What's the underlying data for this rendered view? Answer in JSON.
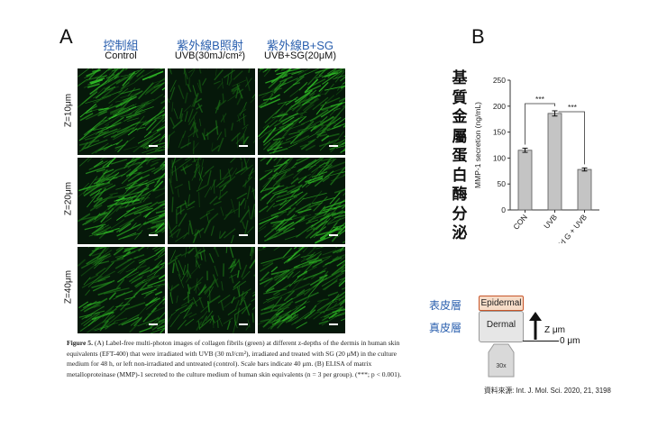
{
  "panel_a": {
    "letter": "A",
    "columns": [
      {
        "zh": "控制組",
        "en": "Control"
      },
      {
        "zh": "紫外線B照射",
        "en": "UVB(30mJ/cm²)"
      },
      {
        "zh": "紫外線B+SG",
        "en": "UVB+SG(20μM)"
      }
    ],
    "rows": [
      "Z=10μm",
      "Z=20μm",
      "Z=40μm"
    ],
    "intensity": [
      [
        0.9,
        0.35,
        0.9
      ],
      [
        0.85,
        0.4,
        0.85
      ],
      [
        0.75,
        0.55,
        0.8
      ]
    ]
  },
  "caption": {
    "label": "Figure 5.",
    "text": "(A) Label-free multi-photon images of collagen fibrils (green) at different z-depths of the dermis in human skin equivalents (EFT-400) that were irradiated with UVB (30 mJ/cm²), irradiated and treated with SG (20 μM) in the culture medium for 48 h, or left non-irradiated and untreated (control). Scale bars indicate 40 μm. (B) ELISA of matrix metalloproteinase (MMP)-1 secreted to the culture medium of human skin equivalents (n = 3 per group). (***; p < 0.001)."
  },
  "panel_b": {
    "letter": "B",
    "vertical_title": [
      "基",
      "質",
      "金",
      "屬",
      "蛋",
      "白",
      "酶",
      "分",
      "泌"
    ]
  },
  "chart_data": {
    "type": "bar",
    "categories": [
      "CON",
      "UVB",
      "Selefinoid G + UVB"
    ],
    "values": [
      115,
      186,
      78
    ],
    "errors": [
      4,
      5,
      3
    ],
    "ylabel": "MMP-1 secretion (ng/mL)",
    "ylim": [
      0,
      250
    ],
    "yticks": [
      "0",
      "50",
      "100",
      "150",
      "200",
      "250"
    ],
    "significance": [
      "***",
      "***"
    ],
    "bar_color": "#c4c4c4"
  },
  "diagram": {
    "epidermal_zh": "表皮層",
    "dermal_zh": "真皮層",
    "epidermal_en": "Epidermal",
    "dermal_en": "Dermal",
    "z_label": "Z  μm",
    "zero_label": "0 μm",
    "objective": "30x"
  },
  "source": "資料來源: Int. J. Mol. Sci. 2020, 21, 3198",
  "colors": {
    "accent_blue": "#2a5fae",
    "green": "#2fae2f",
    "epidermal_fill": "#f6dcc8",
    "epidermal_border": "#c8562b"
  }
}
